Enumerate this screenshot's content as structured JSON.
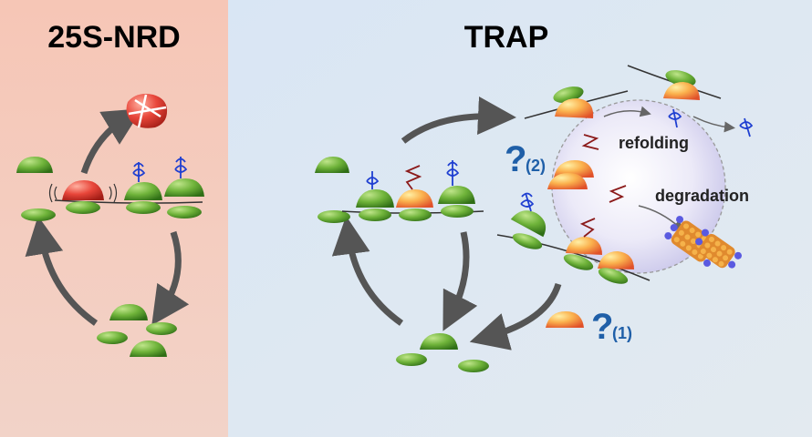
{
  "left_panel": {
    "title": "25S-NRD",
    "background_color": "#f4c7b8"
  },
  "right_panel": {
    "title": "TRAP",
    "background_color": "#dde8f3"
  },
  "labels": {
    "refolding": "refolding",
    "degradation": "degradation",
    "question_1": "?",
    "question_1_num": "(1)",
    "question_2": "?",
    "question_2_num": "(2)"
  },
  "colors": {
    "ribosome_green": "#6fb33a",
    "arrest_red": "#e8463a",
    "orange_subunit": "#f6a23e",
    "nascent_blue": "#1f3fd1",
    "arrow_gray": "#555555",
    "question_blue": "#1f5fa8",
    "chain_red": "#8b1a1a"
  }
}
